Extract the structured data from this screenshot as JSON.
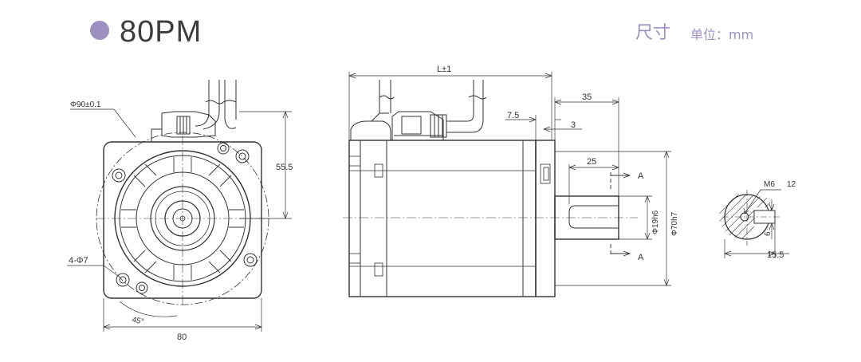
{
  "header": {
    "model": "80PM",
    "dimension_heading": "尺寸",
    "unit_label": "单位：mm"
  },
  "front_view": {
    "flange_circle": "Φ90±0.1",
    "center_height": "55.5",
    "mount_holes": "4-Φ7",
    "angle": "45°",
    "width": "80"
  },
  "side_view": {
    "length": "L±1",
    "shaft_total": "35",
    "flange_offset": "7.5",
    "flange_thickness": "3",
    "key_length": "25",
    "section_mark": "A",
    "shaft_diameter": "Φ19h6",
    "spigot_diameter": "Φ70h7"
  },
  "section_view": {
    "thread": "M6",
    "thread_depth": "12",
    "key_height": "6",
    "shaft_depth": "15.5"
  },
  "colors": {
    "accent": "#9d91c2",
    "line": "#333333"
  }
}
